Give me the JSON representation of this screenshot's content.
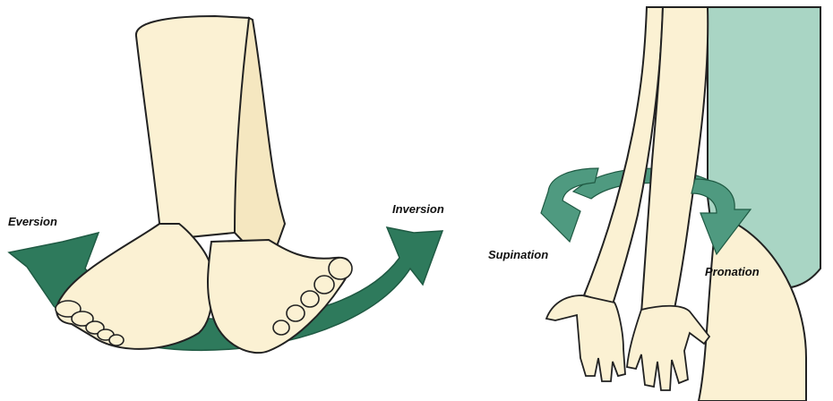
{
  "labels": {
    "eversion": "Eversion",
    "inversion": "Inversion",
    "supination": "Supination",
    "pronation": "Pronation"
  },
  "colors": {
    "arrow_green": "#2e7a5c",
    "arrow_teal": "#4f9a80",
    "skin": "#fbf1d3",
    "outline": "#222222",
    "torso": "#a9d5c4",
    "background": "#ffffff"
  }
}
